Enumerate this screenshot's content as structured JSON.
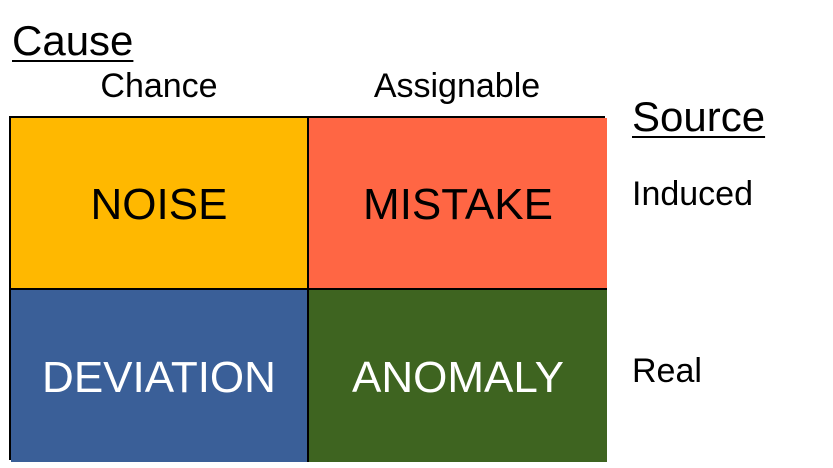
{
  "cause": {
    "title": "Cause",
    "columns": [
      "Chance",
      "Assignable"
    ]
  },
  "source": {
    "title": "Source",
    "rows": [
      "Induced",
      "Real"
    ]
  },
  "cells": [
    {
      "label": "NOISE",
      "color": "#FFB800"
    },
    {
      "label": "MISTAKE",
      "color": "#FF6644"
    },
    {
      "label": "DEVIATION",
      "color": "#3A5F98"
    },
    {
      "label": "ANOMALY",
      "color": "#3E6420"
    }
  ]
}
